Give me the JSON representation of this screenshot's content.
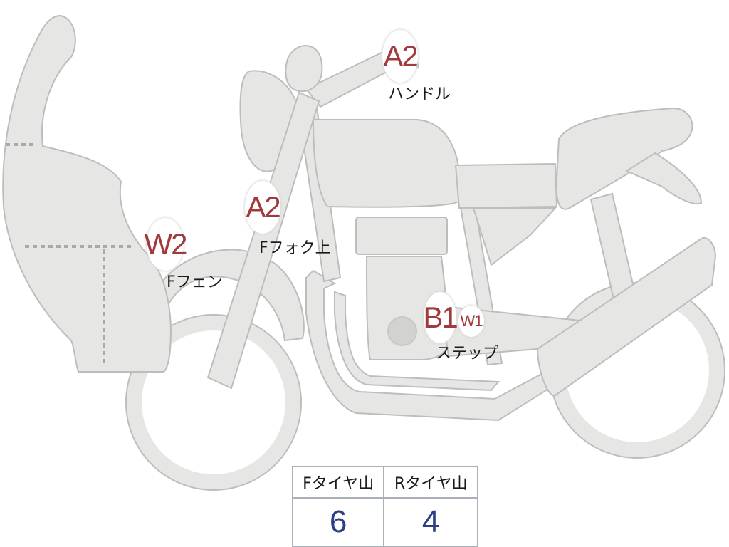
{
  "colors": {
    "body_fill": "#e6e6e4",
    "body_stroke": "#bdbdbd",
    "badge_text": "#a03a3c",
    "table_border": "#a9b0b8",
    "table_value": "#2b3f86"
  },
  "markers": [
    {
      "id": "handle",
      "code": "A2",
      "label": "ハンドル"
    },
    {
      "id": "fork-top",
      "code": "A2",
      "label": "Fフォク上"
    },
    {
      "id": "front-fender",
      "code": "W2",
      "label": "Fフェン"
    },
    {
      "id": "step",
      "code": "B1",
      "label": "ステップ"
    },
    {
      "id": "step-extra",
      "code": "W1",
      "label": ""
    }
  ],
  "tire_table": {
    "headers": [
      "Fタイヤ山",
      "Rタイヤ山"
    ],
    "values": [
      "6",
      "4"
    ]
  }
}
